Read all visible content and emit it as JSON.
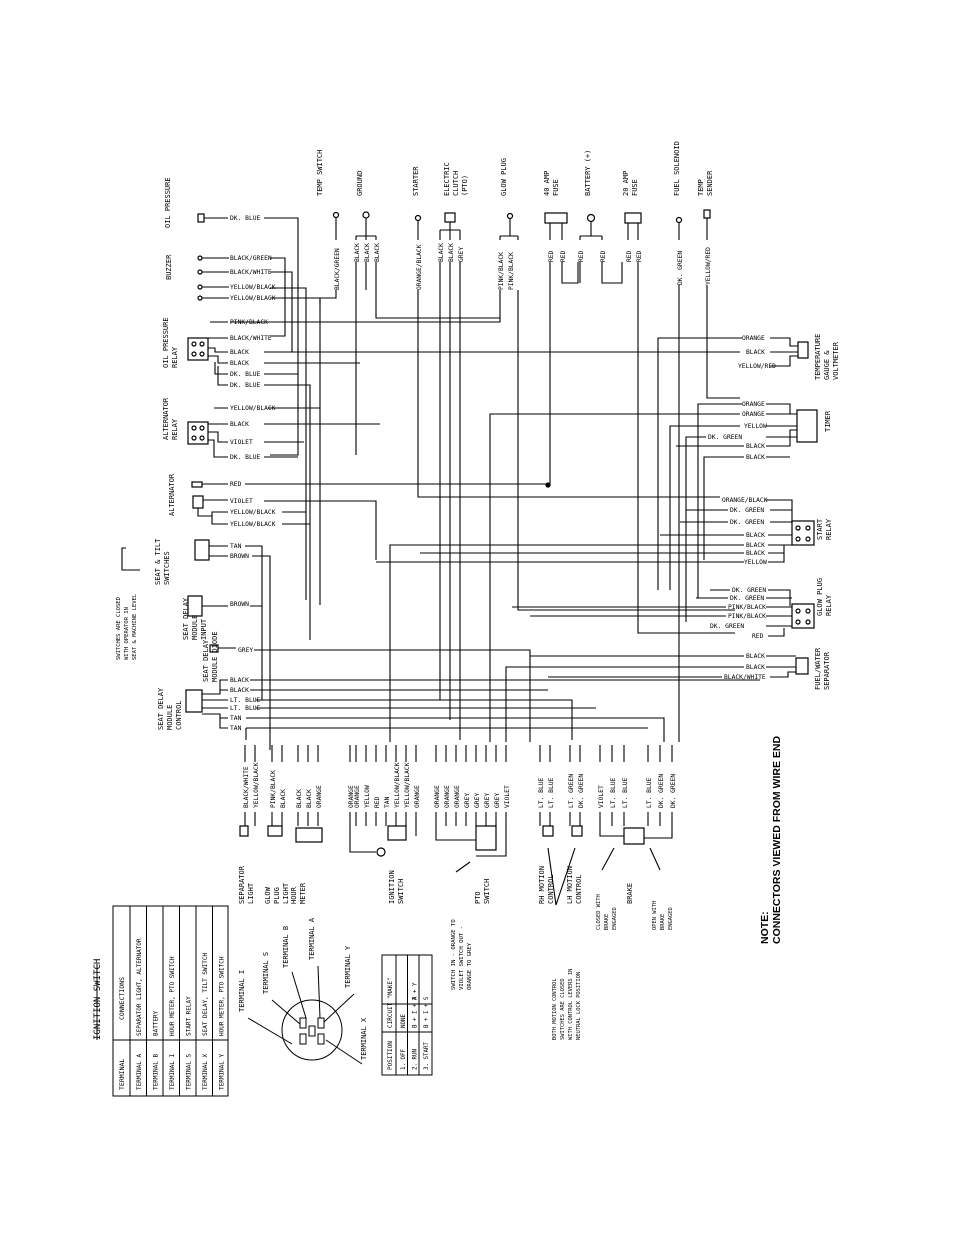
{
  "diagram": {
    "note_title": "NOTE:",
    "note_text": "CONNECTORS VIEWED FROM WIRE END",
    "top_components": [
      "OIL PRESSURE",
      "TEMP SWITCH",
      "GROUND",
      "STARTER",
      "ELECTRIC CLUTCH (PTO)",
      "GLOW PLUG",
      "40 AMP FUSE",
      "BATTERY (+)",
      "20 AMP FUSE",
      "FUEL SOLENOID",
      "TEMP SENDER"
    ],
    "left_components": [
      "BUZZER",
      "OIL PRESSURE RELAY",
      "ALTERNATOR RELAY",
      "ALTERNATOR",
      "SEAT & TILT SWITCHES",
      "SEAT DELAY MODULE INPUT",
      "SEAT DELAY MODULE DIODE",
      "SEAT DELAY MODULE CONTROL"
    ],
    "right_components": [
      "TEMPERATURE GAUGE & VOLTMETER",
      "TIMER",
      "START RELAY",
      "GLOW PLUG RELAY",
      "FUEL/WATER SEPARATOR"
    ],
    "bottom_components": [
      "SEPARATOR LIGHT",
      "GLOW PLUG LIGHT",
      "HOUR METER",
      "IGNITION SWITCH",
      "PTO SWITCH",
      "RH MOTION CONTROL",
      "LH MOTION CONTROL",
      "BRAKE"
    ],
    "switch_note": "SWITCHES ARE CLOSED WITH OPERATOR IN SEAT & MACHINE LEVEL",
    "pto_note": "SWITCH IN - ORANGE TO VIOLET SWITCH OUT - ORANGE TO GREY",
    "motion_note": "BOTH MOTION CONTROL SWITCHES ARE CLOSED WITH CONTROL LEVERS IN NEUTRAL LOCK POSITION",
    "brake_closed": "CLOSED WITH BRAKE ENGAGED",
    "brake_open": "OPEN WITH BRAKE ENGAGED",
    "wire_labels": {
      "oil_pressure": "DK. BLUE",
      "temp_switch": "BLACK/GREEN",
      "ground": [
        "BLACK",
        "BLACK",
        "BLACK"
      ],
      "starter": "ORANGE/BLACK",
      "clutch": [
        "BLACK",
        "BLACK",
        "GREY"
      ],
      "glow_plug": [
        "PINK/BLACK",
        "PINK/BLACK"
      ],
      "fuse40": [
        "RED",
        "RED"
      ],
      "battery": [
        "RED",
        "RED"
      ],
      "fuse20": [
        "RED",
        "RED"
      ],
      "fuel_solenoid": "DK. GREEN",
      "temp_sender": "YELLOW/RED",
      "buzzer": [
        "BLACK/GREEN",
        "BLACK/WHITE",
        "YELLOW/BLACK",
        "YELLOW/BLACK"
      ],
      "opr": [
        "PINK/BLACK",
        "BLACK/WHITE",
        "BLACK",
        "BLACK",
        "DK. BLUE",
        "DK. BLUE"
      ],
      "altr": [
        "YELLOW/BLACK",
        "BLACK",
        "VIOLET",
        "DK. BLUE"
      ],
      "alt": [
        "RED",
        "VIOLET",
        "YELLOW/BLACK",
        "YELLOW/BLACK"
      ],
      "seat": [
        "TAN",
        "BROWN"
      ],
      "sdmi": "BROWN",
      "sdmd": "GREY",
      "sdmc": [
        "BLACK",
        "BLACK",
        "LT. BLUE",
        "LT. BLUE",
        "TAN",
        "TAN"
      ],
      "gauge": [
        "ORANGE",
        "BLACK",
        "YELLOW/RED"
      ],
      "timer": [
        "ORANGE",
        "ORANGE",
        "YELLOW",
        "DK. GREEN",
        "BLACK",
        "BLACK"
      ],
      "start_relay": [
        "ORANGE/BLACK",
        "DK. GREEN",
        "DK. GREEN",
        "BLACK",
        "BLACK",
        "BLACK",
        "YELLOW"
      ],
      "glow_relay": [
        "DK. GREEN",
        "DK. GREEN",
        "PINK/BLACK",
        "PINK/BLACK",
        "DK. GREEN",
        "RED"
      ],
      "fuel_water": [
        "BLACK",
        "BLACK",
        "BLACK/WHITE"
      ],
      "sep_light": [
        "BLACK/WHITE",
        "YELLOW/BLACK"
      ],
      "glow_light": [
        "PINK/BLACK",
        "BLACK"
      ],
      "hour_meter": [
        "BLACK",
        "BLACK",
        "ORANGE"
      ],
      "ignition": [
        "ORANGE",
        "ORANGE",
        "YELLOW",
        "RED",
        "TAN",
        "YELLOW/BLACK",
        "YELLOW/BLACK",
        "ORANGE"
      ],
      "pto": [
        "ORANGE",
        "ORANGE",
        "ORANGE",
        "GREY",
        "GREY",
        "GREY",
        "GREY",
        "VIOLET"
      ],
      "rh_motion": [
        "LT. BLUE",
        "LT. BLUE"
      ],
      "lh_motion": [
        "LT. GREEN",
        "DK. GREEN"
      ],
      "brake": [
        "VIOLET",
        "LT. BLUE",
        "LT. BLUE",
        "LT. BLUE",
        "DK. GREEN",
        "DK. GREEN"
      ]
    },
    "ignition_table": {
      "title": "IGNITION SWITCH",
      "headers": [
        "TERMINAL",
        "CONNECTIONS"
      ],
      "rows": [
        [
          "TERMINAL A",
          "SEPARATOR LIGHT, ALTERNATOR"
        ],
        [
          "TERMINAL B",
          "BATTERY"
        ],
        [
          "TERMINAL I",
          "HOUR METER, PTO SWITCH"
        ],
        [
          "TERMINAL S",
          "START RELAY"
        ],
        [
          "TERMINAL X",
          "SEAT DELAY, TILT SWITCH"
        ],
        [
          "TERMINAL Y",
          "HOUR METER, PTO SWITCH"
        ]
      ]
    },
    "switch_terminals": [
      "TERMINAL I",
      "TERMINAL S",
      "TERMINAL B",
      "TERMINAL A",
      "TERMINAL Y",
      "TERMINAL X"
    ],
    "position_table": {
      "headers": [
        "POSITION",
        "CIRCUIT \"MAKE\""
      ],
      "rows": [
        [
          "1. OFF",
          "NONE"
        ],
        [
          "2. RUN",
          "B + I + A",
          "X + Y"
        ],
        [
          "3. START",
          "B + I + S"
        ]
      ]
    }
  }
}
